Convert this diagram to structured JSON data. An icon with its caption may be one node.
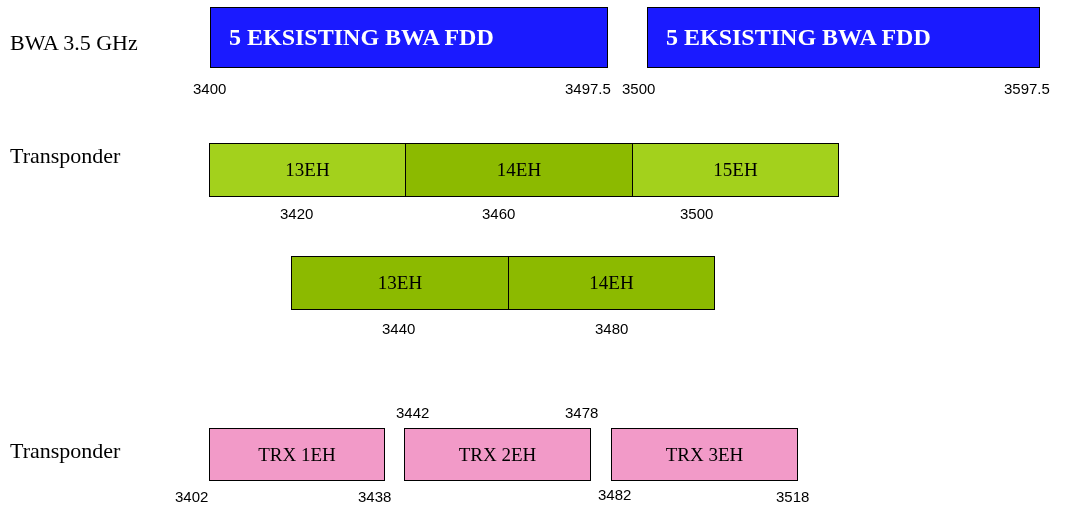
{
  "diagram": {
    "nodes": [
      {
        "text": [
          "5 EKSISTING BWA FDD"
        ]
      },
      {
        "text": [
          "5 EKSISTING BWA FDD"
        ]
      },
      {
        "text": [
          "13EH"
        ]
      },
      {
        "text": [
          "14EH"
        ]
      },
      {
        "text": [
          "15EH"
        ]
      },
      {
        "text": [
          "13EH"
        ]
      },
      {
        "text": [
          "14EH"
        ]
      },
      {
        "text": [
          "TRX 1EH"
        ]
      },
      {
        "text": [
          "TRX 2EH"
        ]
      },
      {
        "text": [
          "TRX 3EH"
        ]
      }
    ],
    "edges": [],
    "labels": [
      "BWA 3.5 GHz",
      "3400",
      "3497.5",
      "3500",
      "3597.5",
      "Transponder",
      "3420",
      "3460",
      "3500",
      "3440",
      "3480",
      "3442",
      "3478",
      "Transponder",
      "3402",
      "3438",
      "3482",
      "3518"
    ]
  }
}
